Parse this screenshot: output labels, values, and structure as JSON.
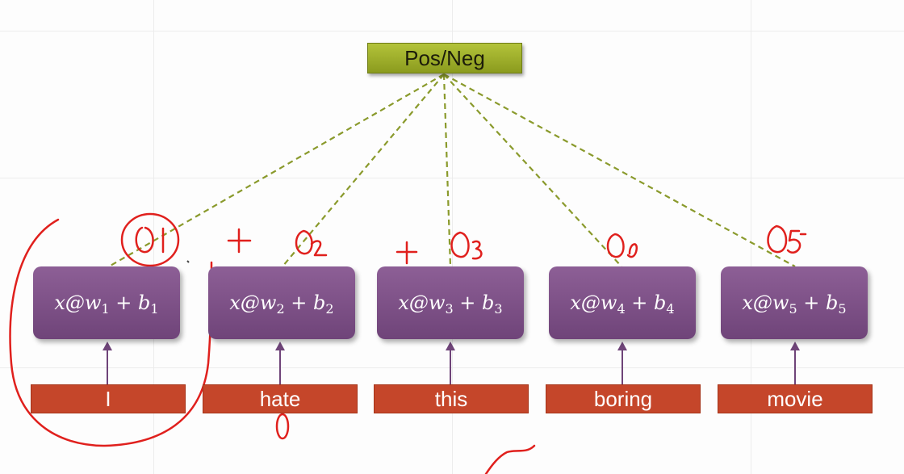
{
  "output_node": {
    "label": "Pos/Neg"
  },
  "cells": [
    {
      "text": "x@w",
      "index": "1",
      "plus": "+ b",
      "bias_index": "1"
    },
    {
      "text": "x@w",
      "index": "2",
      "plus": "+ b",
      "bias_index": "2"
    },
    {
      "text": "x@w",
      "index": "3",
      "plus": "+ b",
      "bias_index": "3"
    },
    {
      "text": "x@w",
      "index": "4",
      "plus": "+ b",
      "bias_index": "4"
    },
    {
      "text": "x@w",
      "index": "5",
      "plus": "+ b",
      "bias_index": "5"
    }
  ],
  "words": [
    "I",
    "hate",
    "this",
    "boring",
    "movie"
  ],
  "colors": {
    "output_node": "#9fb02b",
    "cell": "#7a4f85",
    "word": "#c5462a",
    "link": "#8a9a2c",
    "arrow": "#6f4479",
    "annotation": "#e0201d"
  }
}
